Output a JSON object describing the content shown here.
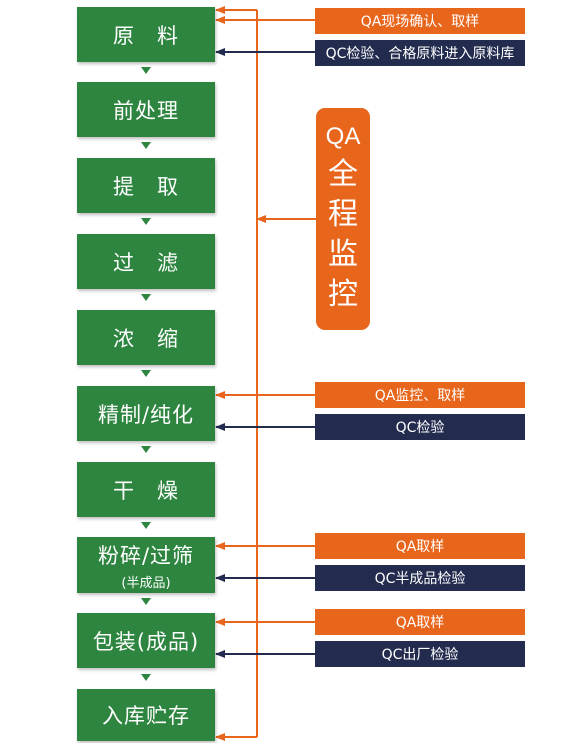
{
  "steps": [
    {
      "label": "原　料",
      "sub": ""
    },
    {
      "label": "前处理",
      "sub": ""
    },
    {
      "label": "提　取",
      "sub": ""
    },
    {
      "label": "过　滤",
      "sub": ""
    },
    {
      "label": "浓　缩",
      "sub": ""
    },
    {
      "label": "精制/纯化",
      "sub": ""
    },
    {
      "label": "干　燥",
      "sub": ""
    },
    {
      "label": "粉碎/过筛",
      "sub": "(半成品)"
    },
    {
      "label": "包装(成品)",
      "sub": ""
    },
    {
      "label": "入库贮存",
      "sub": ""
    }
  ],
  "tags": {
    "t1": "QA现场确认、取样",
    "t2": "QC检验、合格原料进入原料库",
    "t3": "QA监控、取样",
    "t4": "QC检验",
    "t5": "QA取样",
    "t6": "QC半成品检验",
    "t7": "QA取样",
    "t8": "QC出厂检验"
  },
  "qa_panel": {
    "en": "QA",
    "chars": [
      "全",
      "程",
      "监",
      "控"
    ]
  },
  "colors": {
    "green": "#2e8540",
    "orange": "#e8651c",
    "navy": "#232c4f"
  }
}
